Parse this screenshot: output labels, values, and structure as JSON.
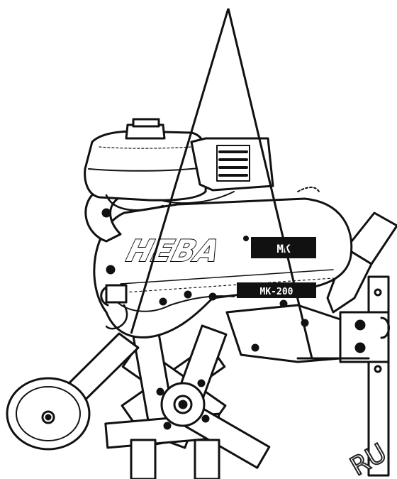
{
  "diagram": {
    "brand_logo": "НЕВА",
    "badge_top": "МК",
    "model_plate": "МК-200",
    "watermark": "RU"
  },
  "colors": {
    "line": "#111111",
    "paper": "#ffffff"
  }
}
